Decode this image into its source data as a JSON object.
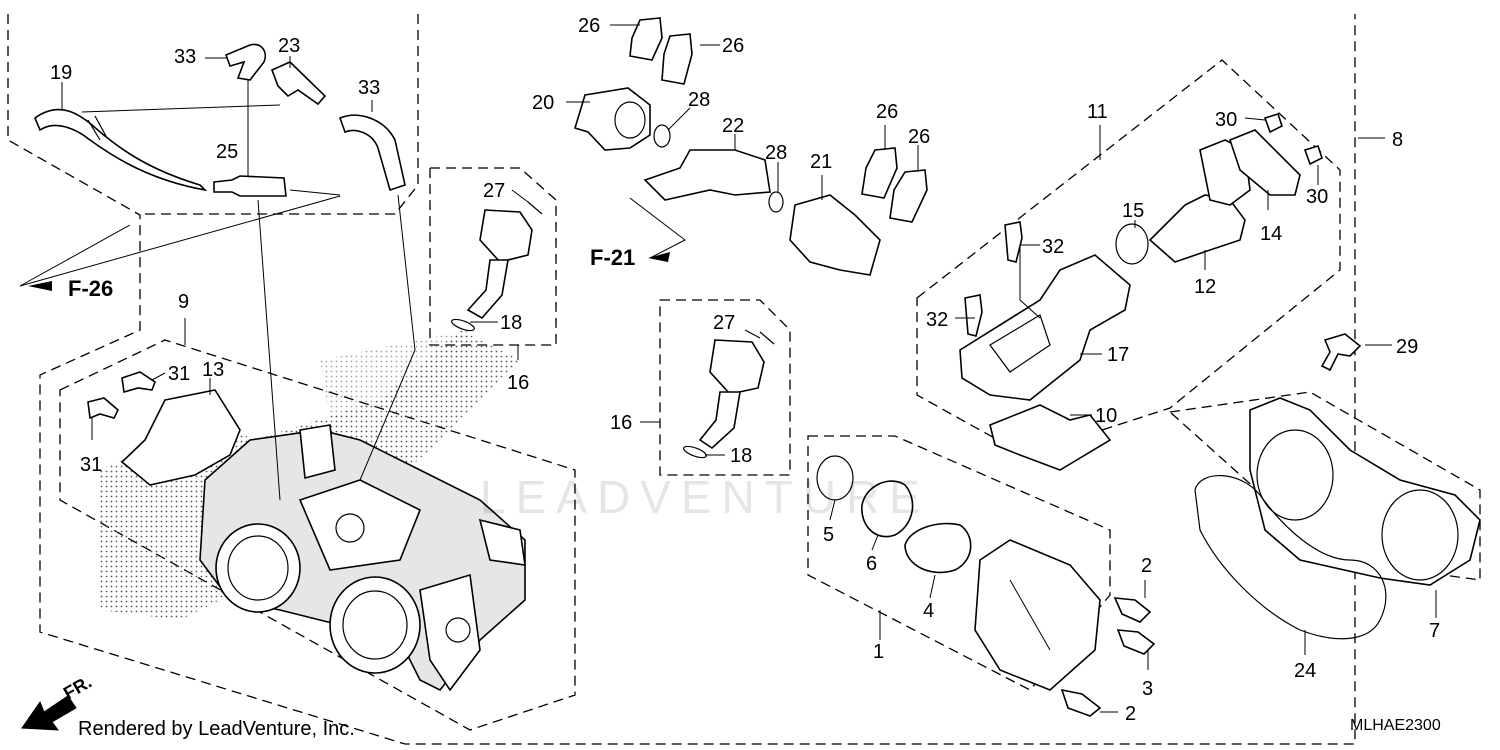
{
  "callouts": [
    "1",
    "2",
    "2",
    "2",
    "3",
    "4",
    "5",
    "6",
    "7",
    "8",
    "9",
    "10",
    "11",
    "12",
    "13",
    "14",
    "15",
    "16",
    "16",
    "17",
    "18",
    "18",
    "19",
    "20",
    "21",
    "22",
    "23",
    "24",
    "25",
    "26",
    "26",
    "26",
    "26",
    "27",
    "27",
    "28",
    "28",
    "29",
    "30",
    "30",
    "31",
    "31",
    "32",
    "32",
    "33",
    "33"
  ],
  "refs": {
    "f26": "F-26",
    "f21": "F-21",
    "fr": "FR."
  },
  "watermark": "LEADVENTURE",
  "credit": "Rendered by LeadVenture, Inc.",
  "diagram_code": "MLHAE2300"
}
